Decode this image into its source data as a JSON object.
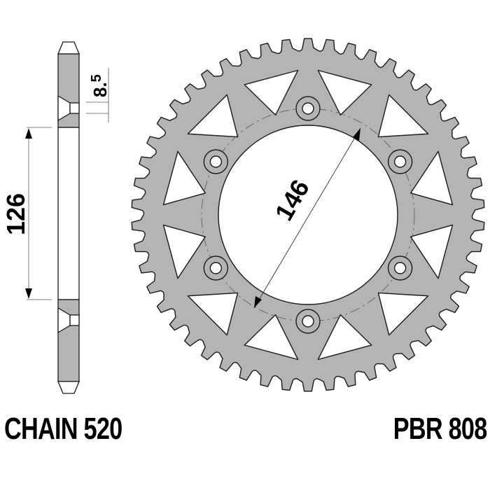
{
  "side_view": {
    "bore_dimension": "126",
    "thickness_dimension_main": "8.",
    "thickness_dimension_sup": "5"
  },
  "front_view": {
    "bolt_circle_dimension": "146",
    "teeth": 50,
    "bolt_holes": 6,
    "windows": 12
  },
  "captions": {
    "chain": "CHAIN 520",
    "part_number": "PBR 808"
  },
  "colors": {
    "steel_fill": "#b4b4b4",
    "outline": "#1a1a1a"
  }
}
